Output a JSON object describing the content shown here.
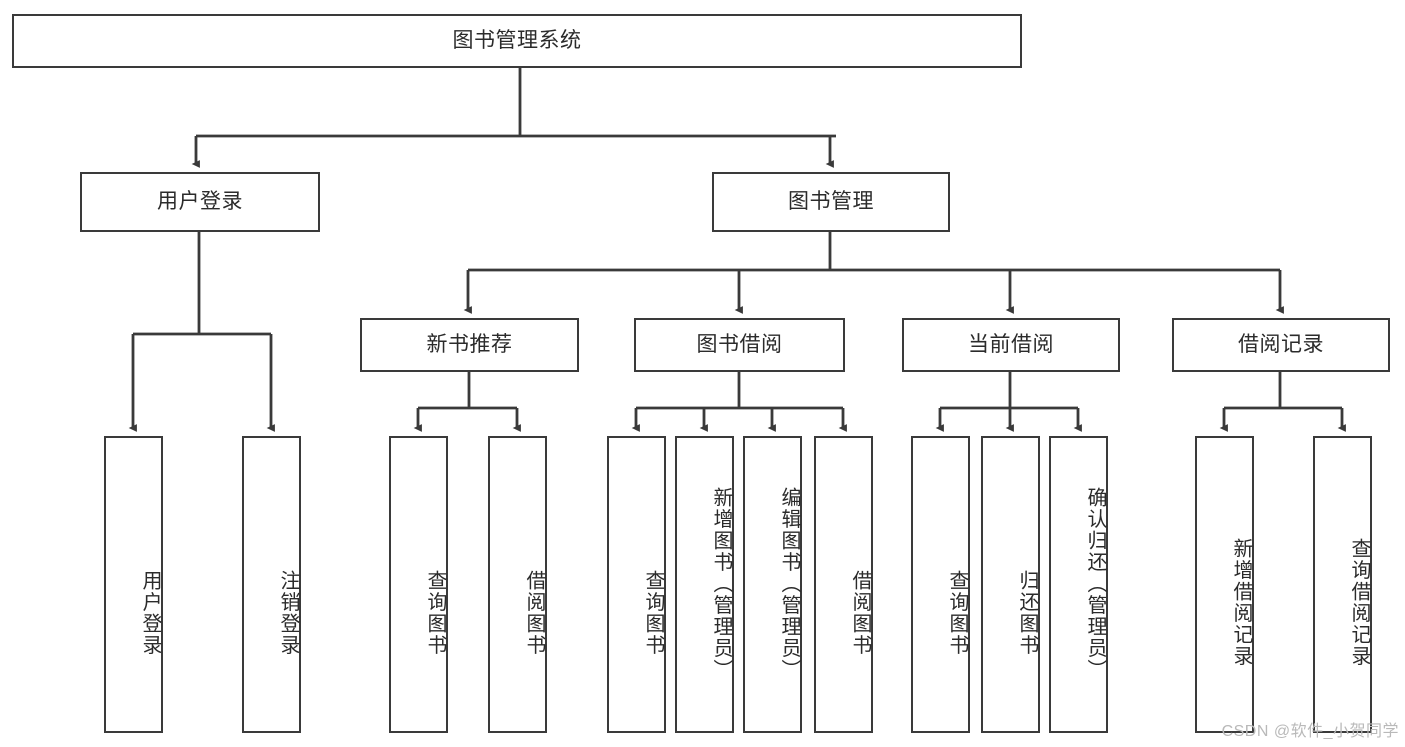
{
  "diagram": {
    "title": "图书管理系统",
    "type": "tree",
    "root": {
      "label": "图书管理系统"
    },
    "level1": [
      {
        "label": "用户登录"
      },
      {
        "label": "图书管理"
      }
    ],
    "level2": [
      {
        "label": "新书推荐"
      },
      {
        "label": "图书借阅"
      },
      {
        "label": "当前借阅"
      },
      {
        "label": "借阅记录"
      }
    ],
    "leaves": {
      "user_login": [
        {
          "label": "用户登录"
        },
        {
          "label": "注销登录"
        }
      ],
      "new_book_recommend": [
        {
          "label": "查询图书"
        },
        {
          "label": "借阅图书"
        }
      ],
      "book_borrow": [
        {
          "label": "查询图书"
        },
        {
          "label": "新增图书（管理员）"
        },
        {
          "label": "编辑图书（管理员）"
        },
        {
          "label": "借阅图书"
        }
      ],
      "current_borrow": [
        {
          "label": "查询图书"
        },
        {
          "label": "归还图书"
        },
        {
          "label": "确认归还（管理员）"
        }
      ],
      "borrow_record": [
        {
          "label": "新增借阅记录"
        },
        {
          "label": "查询借阅记录"
        }
      ]
    }
  },
  "watermark": {
    "text": "CSDN @软件_小贺同学"
  },
  "colors": {
    "stroke": "#3a3a3a",
    "text": "#2b2b2b",
    "background": "#ffffff",
    "watermark": "#b9b9b9"
  }
}
